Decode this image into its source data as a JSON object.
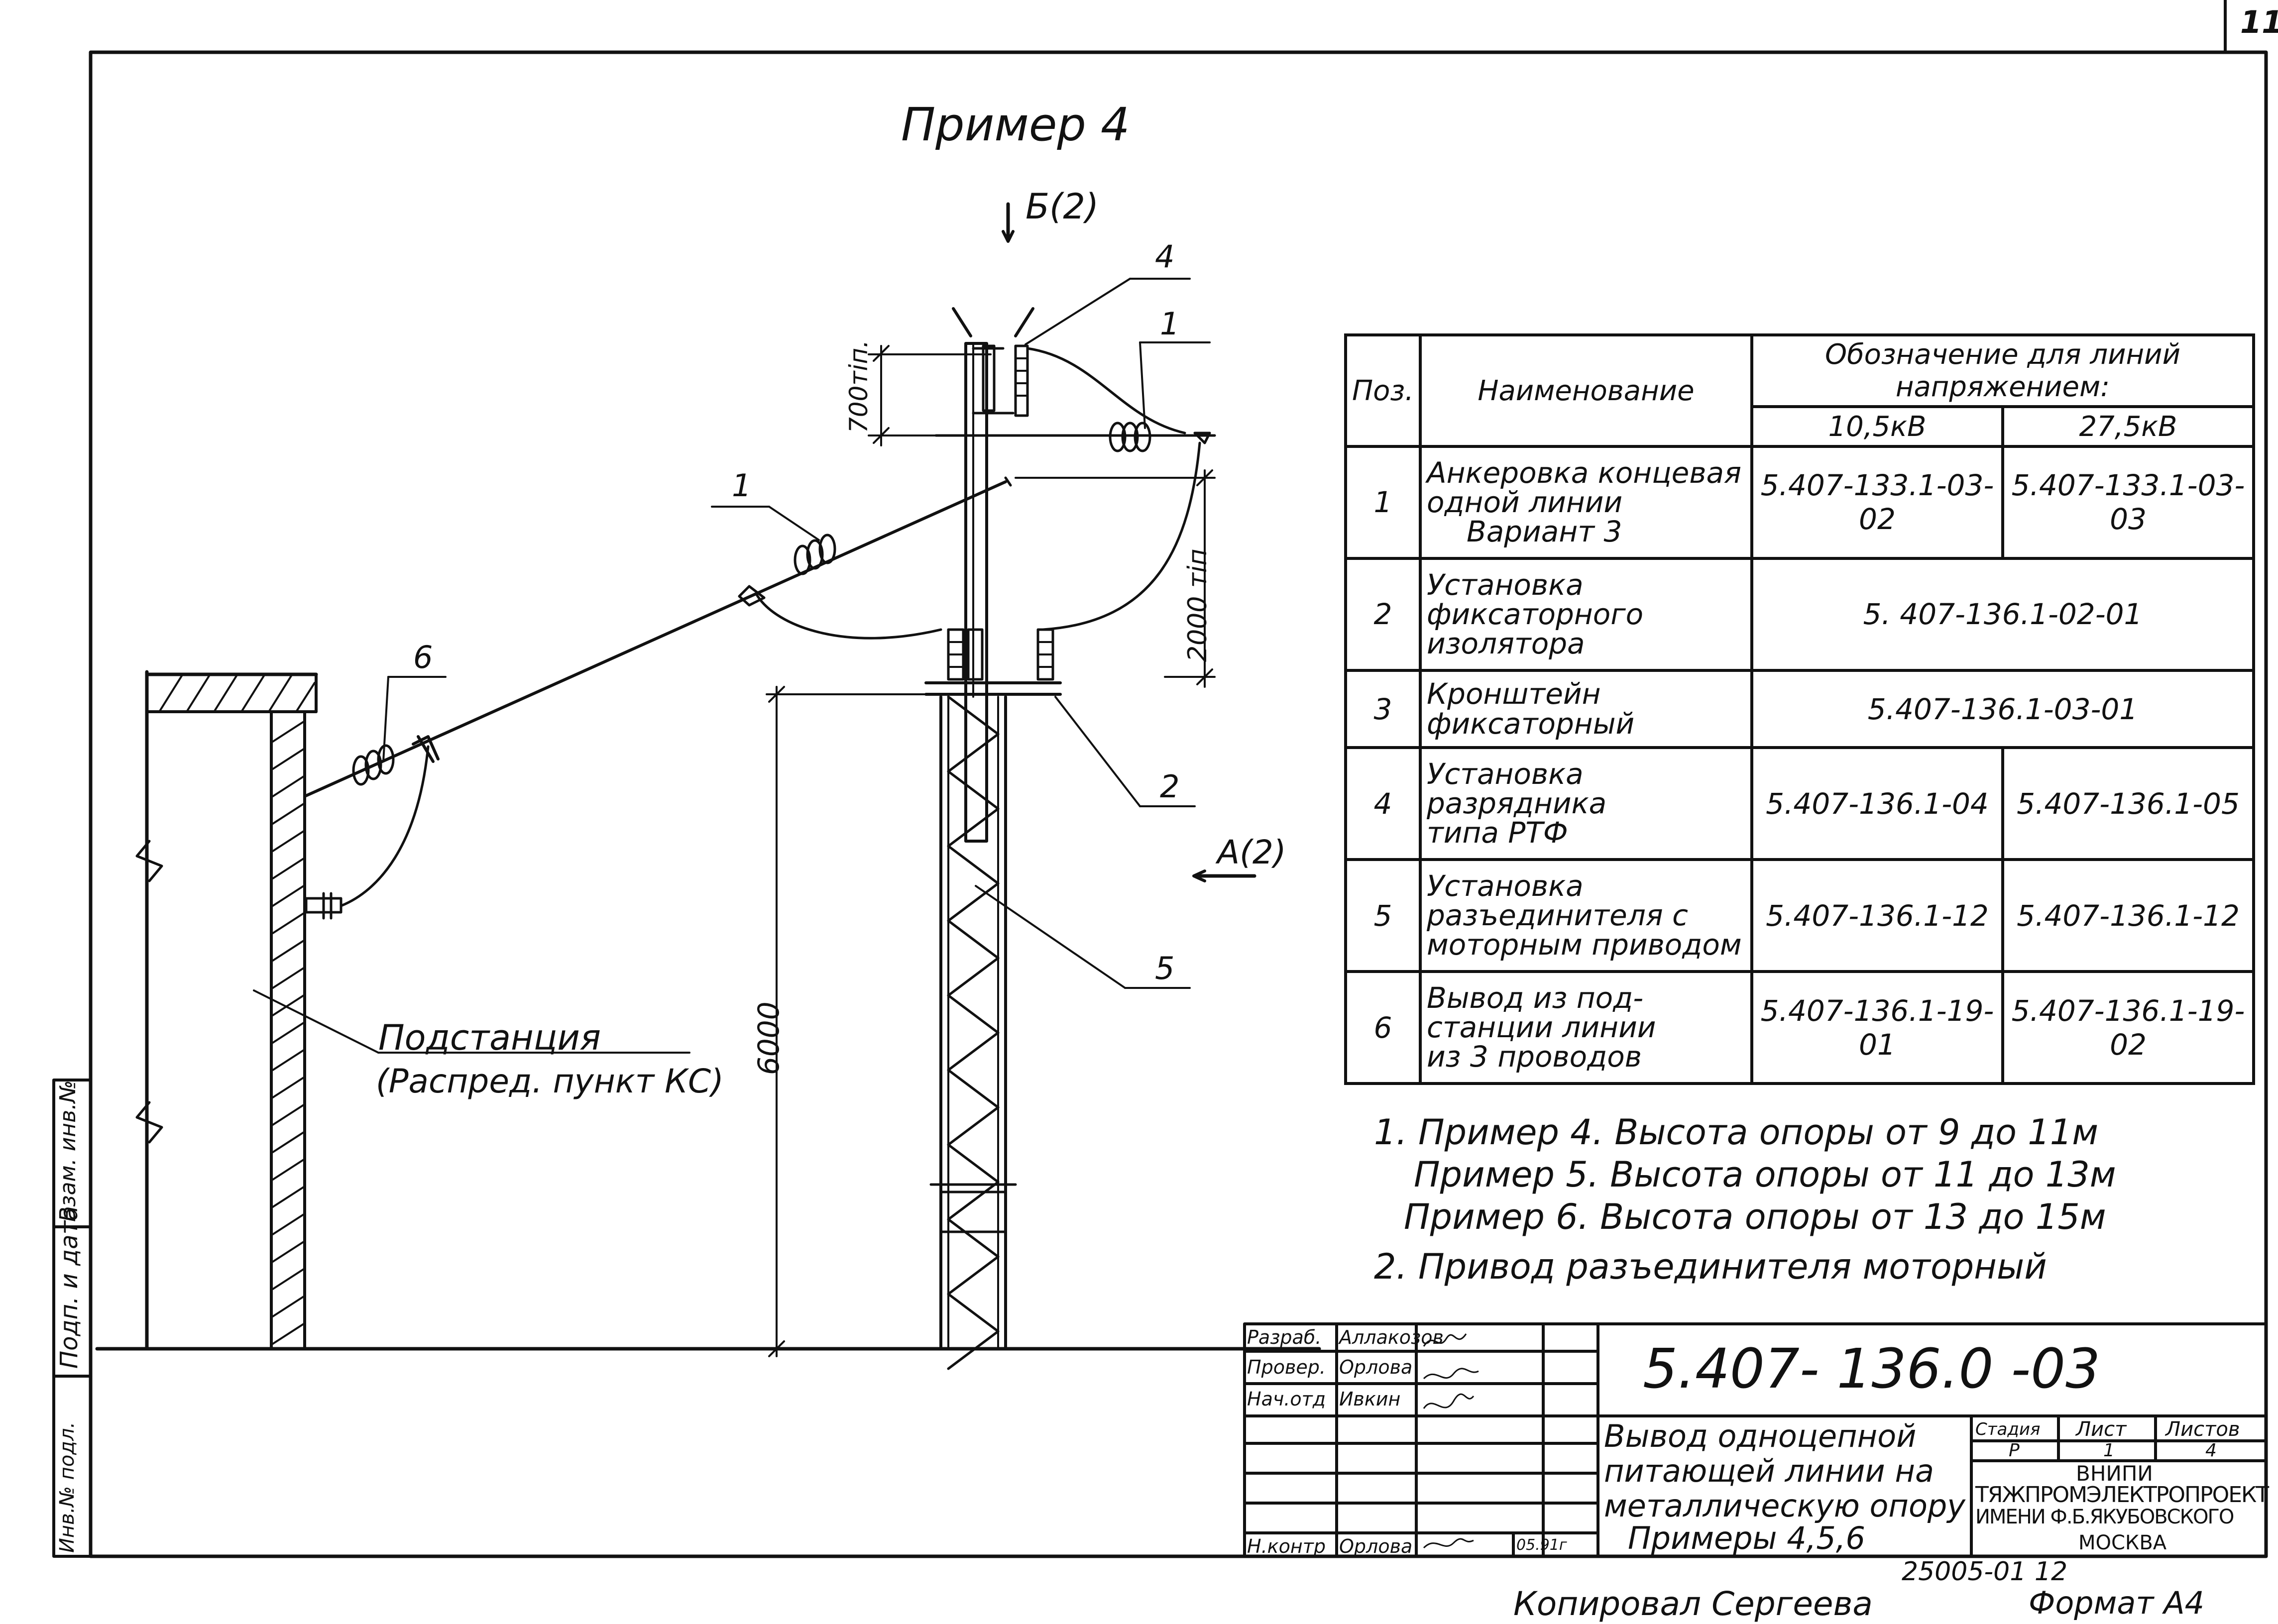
{
  "page_number": "11",
  "drawing": {
    "title": "Пример 4",
    "view_b": "Б(2)",
    "view_a": "А(2)",
    "callouts": [
      "4",
      "1",
      "1",
      "6",
      "2",
      "5"
    ],
    "dim_700": "700тіп.",
    "dim_2000": "2000 тіп",
    "dim_6000": "6000",
    "substation_label": "Подстанция",
    "substation_sublabel": "(Распред. пункт КС)"
  },
  "spec_table": {
    "headers": {
      "pos": "Поз.",
      "name": "Наименование",
      "designation": "Обозначение для линий напряжением:",
      "v1": "10,5кВ",
      "v2": "27,5кВ"
    },
    "rows": [
      {
        "pos": "1",
        "name": [
          "Анкеровка концевая",
          "одной линии",
          "Вариант 3"
        ],
        "d1": "5.407-133.1-03-02",
        "d2": "5.407-133.1-03-03"
      },
      {
        "pos": "2",
        "name": [
          "Установка",
          "фиксаторного",
          "изолятора"
        ],
        "d": "5. 407-136.1-02-01"
      },
      {
        "pos": "3",
        "name": [
          "Кронштейн",
          "фиксаторный"
        ],
        "d": "5.407-136.1-03-01"
      },
      {
        "pos": "4",
        "name": [
          "Установка",
          "разрядника",
          "типа РТФ"
        ],
        "d1": "5.407-136.1-04",
        "d2": "5.407-136.1-05"
      },
      {
        "pos": "5",
        "name": [
          "Установка",
          "разъединителя с",
          "моторным приводом"
        ],
        "d1": "5.407-136.1-12",
        "d2": "5.407-136.1-12"
      },
      {
        "pos": "6",
        "name": [
          "Вывод из под-",
          "станции линии",
          "из 3 проводов"
        ],
        "d1": "5.407-136.1-19-01",
        "d2": "5.407-136.1-19-02"
      }
    ]
  },
  "notes": [
    "1. Пример 4.  Высота опоры от 9 до 11м",
    "Пример 5.  Высота опоры от 11 до 13м",
    "Пример 6.  Высота опоры от 13 до 15м",
    "2. Привод разъединителя моторный"
  ],
  "title_block": {
    "doc_number": "5.407- 136.0 -03",
    "roles": [
      {
        "role": "Разраб.",
        "name": "Аллакозов"
      },
      {
        "role": "Провер.",
        "name": "Орлова"
      },
      {
        "role": "Нач.отд",
        "name": "Ивкин"
      },
      {
        "role": "Н.контр",
        "name": "Орлова"
      }
    ],
    "date": "05.91г",
    "description": [
      "Вывод одноцепной",
      "питающей линии на",
      "металлическую опору",
      "Примеры 4,5,6"
    ],
    "stage_label": "Стадия",
    "sheet_label": "Лист",
    "sheets_label": "Листов",
    "stage": "Р",
    "sheet": "1",
    "sheets": "4",
    "org": [
      "ВНИПИ",
      "ТЯЖПРОМЭЛЕКТРОПРОЕКТ",
      "ИМЕНИ Ф.Б.ЯКУБОВСКОГО",
      "МОСКВА"
    ],
    "archive_number": "25005-01  12",
    "copied_by": "Копировал  Сергеева",
    "format": "Формат А4"
  },
  "side_stamp": [
    "Инв.№ подл.",
    "Подп. и дата",
    "Взам. инв.№"
  ]
}
